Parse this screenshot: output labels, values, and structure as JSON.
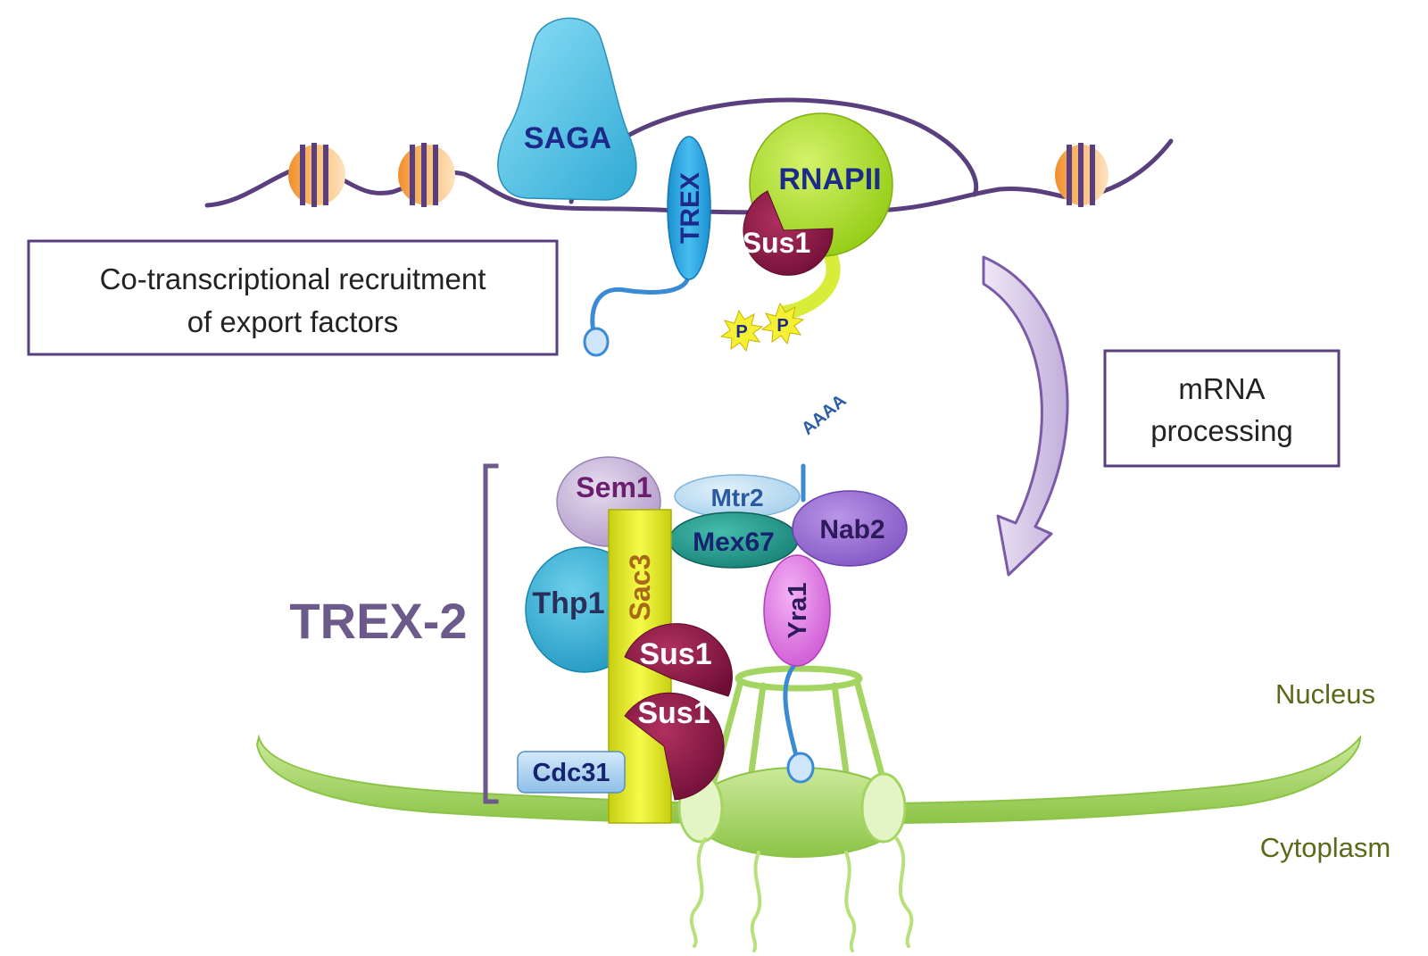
{
  "colors": {
    "dna": "#5a3f7e",
    "nucleosome": "#f7a94a",
    "saga": "#55c1e3",
    "trex": "#2ea8df",
    "rnapii": "#a9dd2c",
    "sus1": "#8c1a46",
    "sem1": "#c8b4dc",
    "thp1": "#3fb3d6",
    "sac3": "#ecf02a",
    "mtr2": "#b9dcf2",
    "mex67": "#23988c",
    "nab2": "#9a6ed2",
    "yra1": "#e27ee6",
    "cdc31": "#a6cdf0",
    "membrane": "#a4d461",
    "compartment_text": "#5a6a1a",
    "trex2_text": "#6b5a8a"
  },
  "labels": {
    "saga": "SAGA",
    "trex": "TREX",
    "rnapii": "RNAPII",
    "sus1_top": "Sus1",
    "phospho_1": "P",
    "phospho_2": "P",
    "sem1": "Sem1",
    "mtr2": "Mtr2",
    "mex67": "Mex67",
    "nab2": "Nab2",
    "thp1": "Thp1",
    "sac3": "Sac3",
    "yra1": "Yra1",
    "sus1_a": "Sus1",
    "sus1_b": "Sus1",
    "cdc31": "Cdc31",
    "polya": "AAAA",
    "trex2": "TREX-2",
    "nucleus": "Nucleus",
    "cytoplasm": "Cytoplasm"
  },
  "boxes": {
    "cotranscriptional_line1": "Co-transcriptional recruitment",
    "cotranscriptional_line2": "of export factors",
    "processing_line1": "mRNA",
    "processing_line2": "processing"
  }
}
